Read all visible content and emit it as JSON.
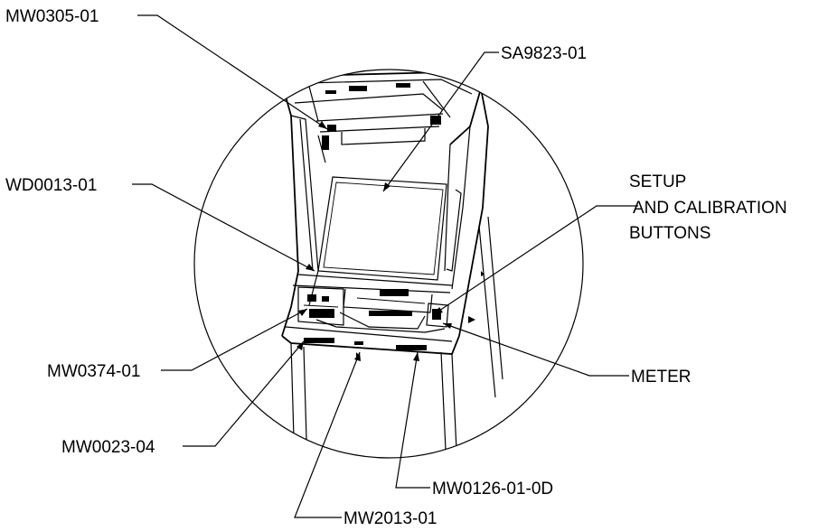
{
  "labels": {
    "mw0305": "MW0305-01",
    "sa9823": "SA9823-01",
    "wd0013": "WD0013-01",
    "setup_line1": "SETUP",
    "setup_line2": "AND CALIBRATION",
    "setup_line3": "BUTTONS",
    "mw0374": "MW0374-01",
    "meter": "METER",
    "mw0023": "MW0023-04",
    "mw0126": "MW0126-01-0D",
    "mw2013": "MW2013-01"
  }
}
